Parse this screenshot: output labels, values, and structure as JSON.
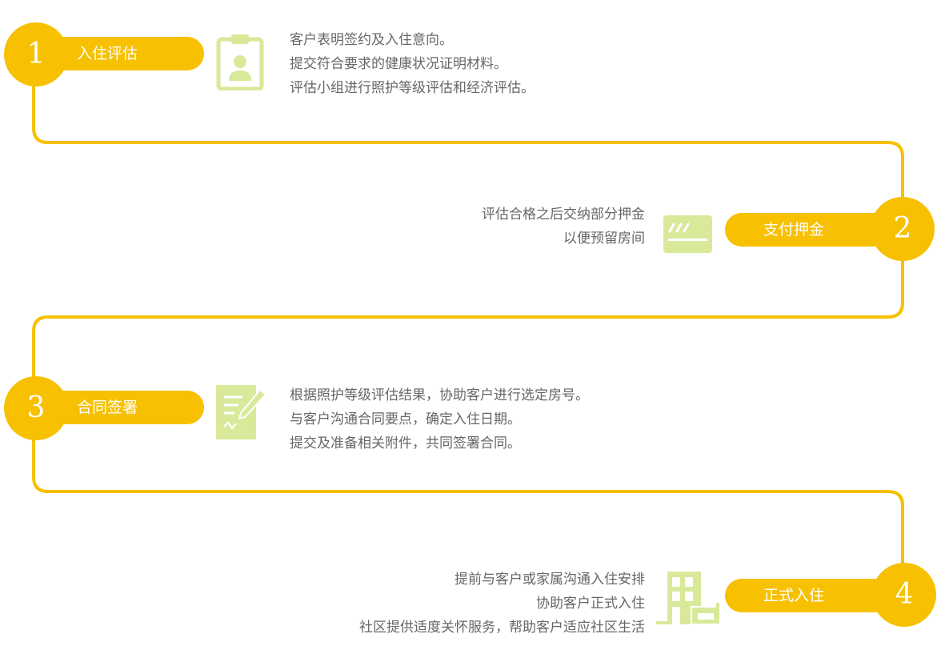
{
  "colors": {
    "accent": "#f7c000",
    "icon_green": "#d9e99a",
    "text": "#666666"
  },
  "steps": [
    {
      "number": "1",
      "title": "入住评估",
      "icon": "clipboard-person-icon",
      "lines": [
        "客户表明签约及入住意向。",
        "提交符合要求的健康状况证明材料。",
        "评估小组进行照护等级评估和经济评估。"
      ]
    },
    {
      "number": "2",
      "title": "支付押金",
      "icon": "payment-card-icon",
      "lines": [
        "评估合格之后交纳部分押金",
        "以便预留房间"
      ]
    },
    {
      "number": "3",
      "title": "合同签署",
      "icon": "contract-sign-icon",
      "lines": [
        "根据照护等级评估结果，协助客户进行选定房号。",
        "与客户沟通合同要点，确定入住日期。",
        "提交及准备相关附件，共同签署合同。"
      ]
    },
    {
      "number": "4",
      "title": "正式入住",
      "icon": "building-sofa-icon",
      "lines": [
        "提前与客户或家属沟通入住安排",
        "协助客户正式入住",
        "社区提供适度关怀服务，帮助客户适应社区生活"
      ]
    }
  ]
}
